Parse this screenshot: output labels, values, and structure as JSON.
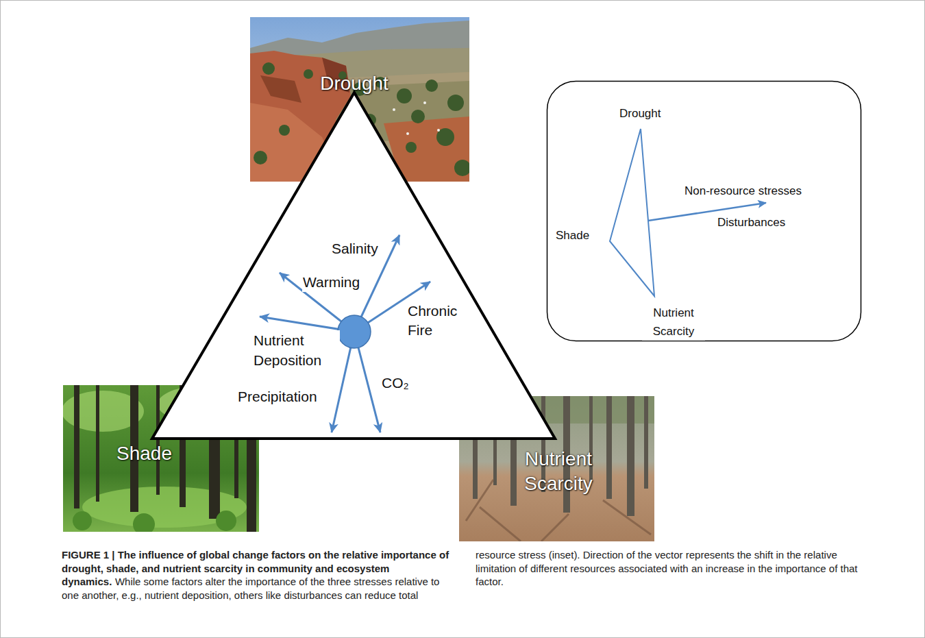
{
  "diagram": {
    "title": "FIGURE 1 | The influence of global change factors on the relative importance of drought, shade, and nutrient scarcity in community and ecosystem dynamics.",
    "caption": "While some factors alter the importance of the three stresses relative to one another, e.g., nutrient deposition, others like disturbances can reduce total resource stress (inset). Direction of the vector represents the shift in the relative limitation of different resources associated with an increase in the importance of that factor.",
    "nodes": [
      {
        "text": [
          "Drought"
        ]
      },
      {
        "text": [
          "Shade"
        ]
      },
      {
        "text": [
          "Nutrient Scarcity"
        ]
      }
    ],
    "labels": [
      "Salinity",
      "Warming",
      "Chronic Fire",
      "Nutrient Deposition",
      "CO₂",
      "Precipitation",
      "Drought",
      "Non-resource stresses",
      "Disturbances",
      "Shade",
      "Nutrient Scarcity"
    ]
  }
}
